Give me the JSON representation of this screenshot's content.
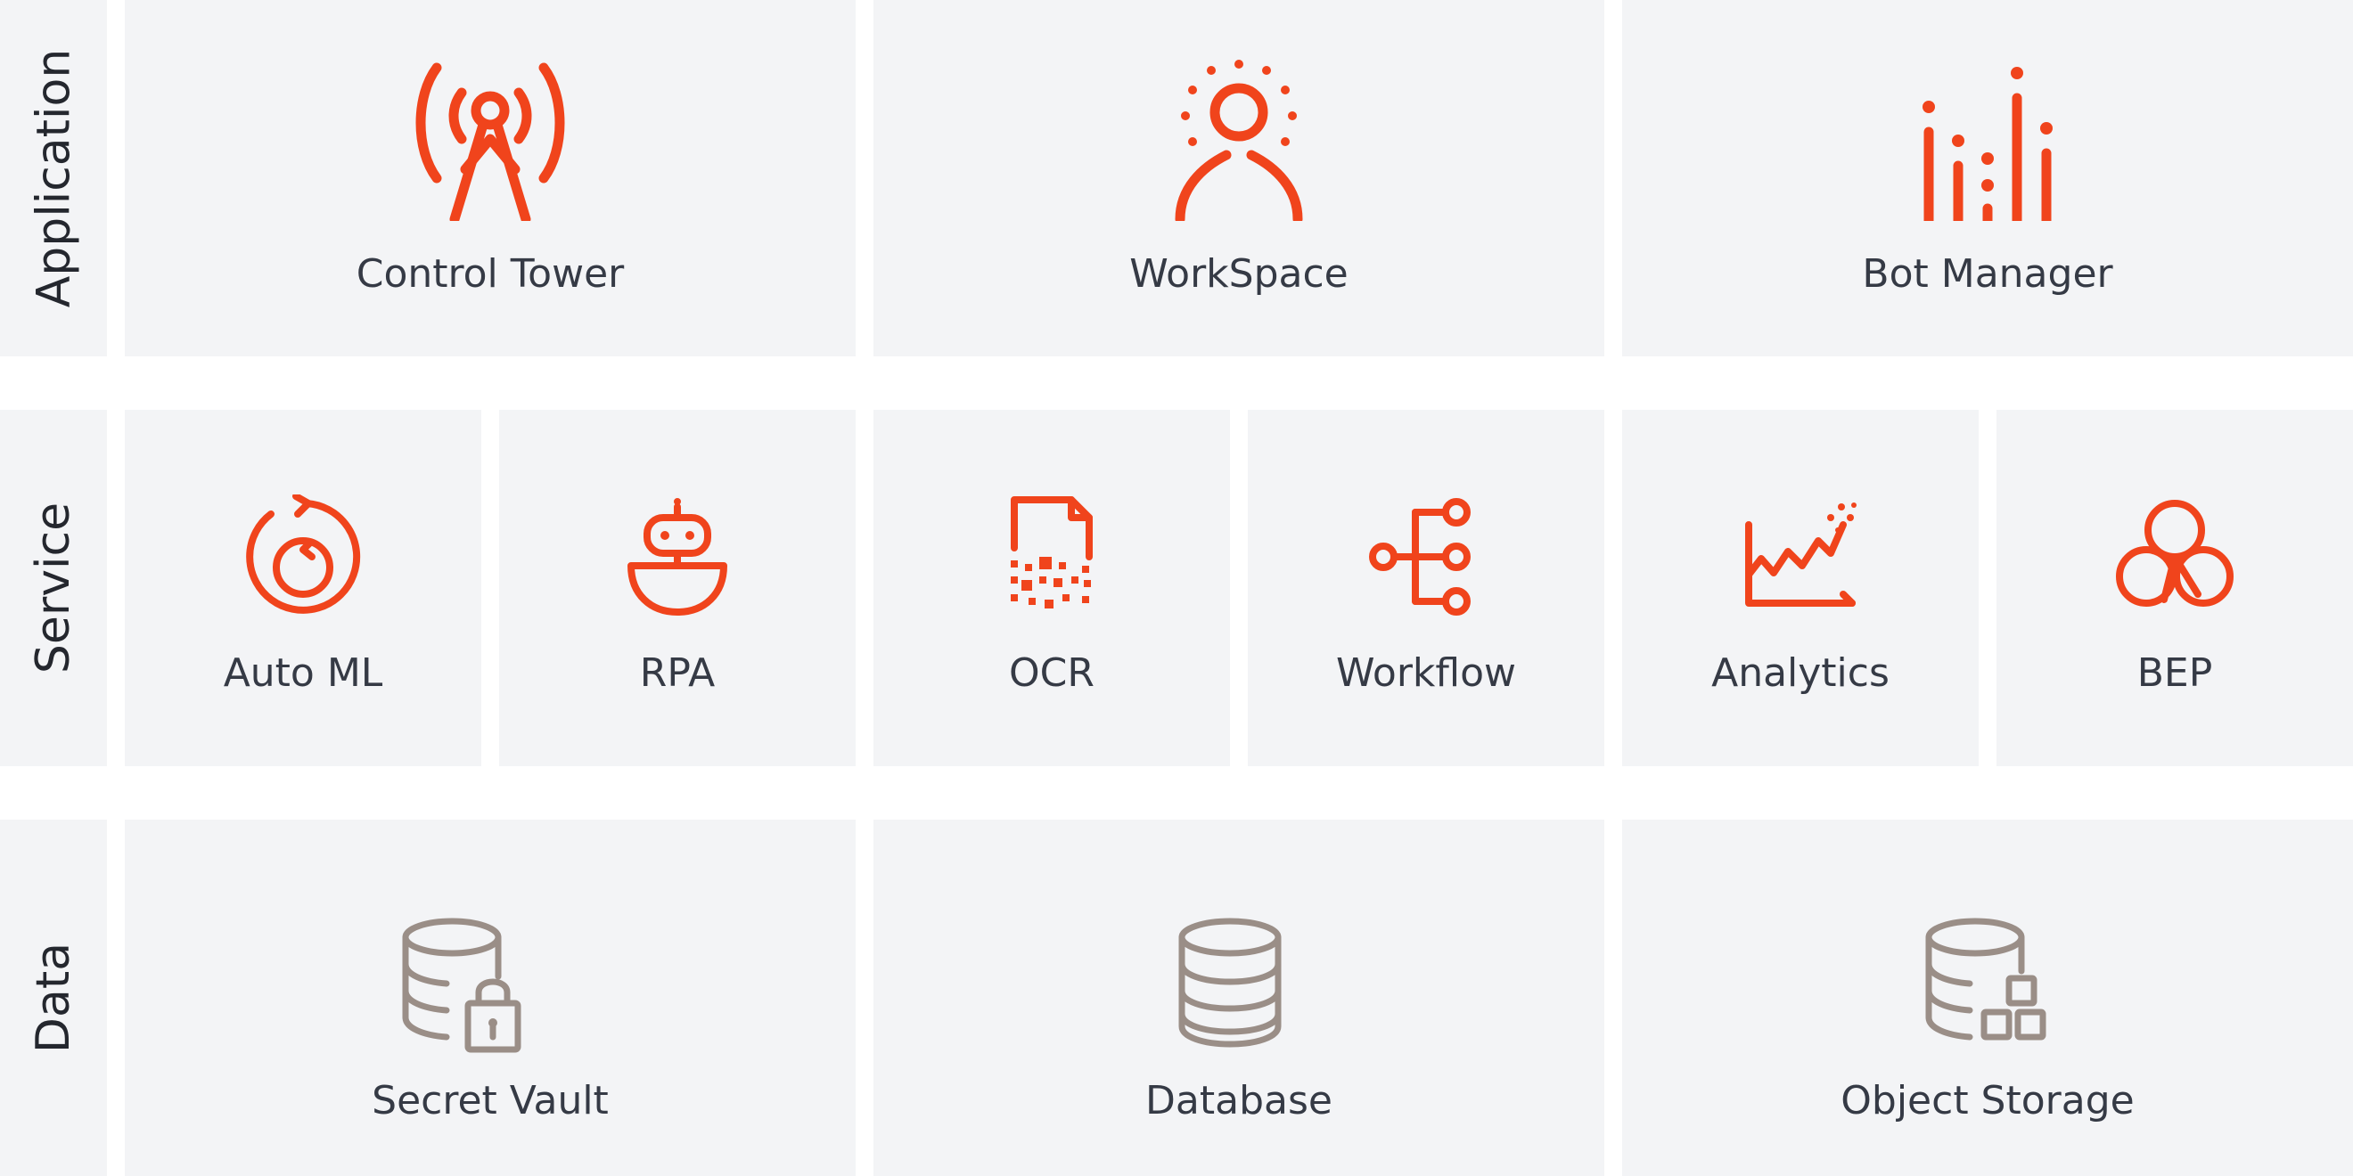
{
  "rows": {
    "application": "Application",
    "service": "Service",
    "data": "Data"
  },
  "tiles": {
    "control_tower": {
      "label": "Control Tower",
      "icon": "antenna-tower-icon"
    },
    "workspace": {
      "label": "WorkSpace",
      "icon": "person-radiating-icon"
    },
    "bot_manager": {
      "label": "Bot Manager",
      "icon": "bar-dots-icon"
    },
    "auto_ml": {
      "label": "Auto ML",
      "icon": "circular-refresh-icon"
    },
    "rpa": {
      "label": "RPA",
      "icon": "robot-icon"
    },
    "ocr": {
      "label": "OCR",
      "icon": "document-scan-icon"
    },
    "workflow": {
      "label": "Workflow",
      "icon": "workflow-nodes-icon"
    },
    "analytics": {
      "label": "Analytics",
      "icon": "line-chart-sparkle-icon"
    },
    "bep": {
      "label": "BEP",
      "icon": "clover-icon"
    },
    "secret_vault": {
      "label": "Secret Vault",
      "icon": "database-lock-icon"
    },
    "database": {
      "label": "Database",
      "icon": "database-icon"
    },
    "object_storage": {
      "label": "Object Storage",
      "icon": "database-boxes-icon"
    }
  },
  "colors": {
    "accent": "#f0441c",
    "data_icon": "#9a8e87",
    "tile_bg": "#f3f4f6",
    "label_text": "#353a45",
    "row_text": "#24272e"
  }
}
